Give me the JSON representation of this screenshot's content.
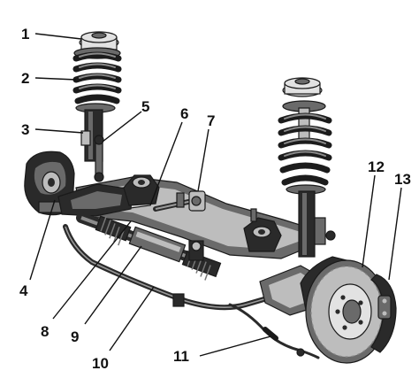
{
  "callouts": [
    {
      "id": "1",
      "label": "1"
    },
    {
      "id": "2",
      "label": "2"
    },
    {
      "id": "3",
      "label": "3"
    },
    {
      "id": "4",
      "label": "4"
    },
    {
      "id": "5",
      "label": "5"
    },
    {
      "id": "6",
      "label": "6"
    },
    {
      "id": "7",
      "label": "7"
    },
    {
      "id": "8",
      "label": "8"
    },
    {
      "id": "9",
      "label": "9"
    },
    {
      "id": "10",
      "label": "10"
    },
    {
      "id": "11",
      "label": "11"
    },
    {
      "id": "12",
      "label": "12"
    },
    {
      "id": "13",
      "label": "13"
    }
  ],
  "colors": {
    "ink": "#111111",
    "metal_dark": "#2a2a2a",
    "metal_mid": "#6a6a6a",
    "metal_light": "#bdbdbd",
    "background": "#ffffff"
  }
}
